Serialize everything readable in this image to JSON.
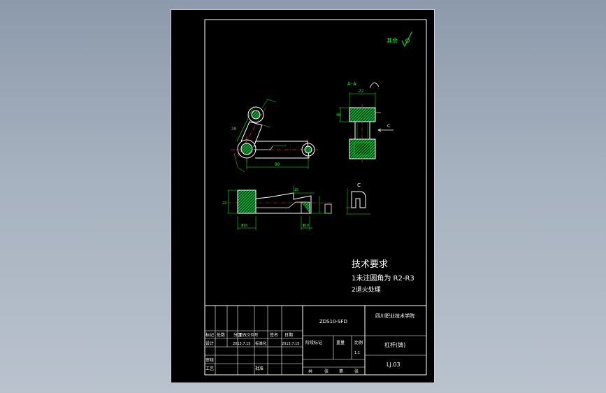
{
  "colors": {
    "sheet_background": "#000000",
    "frame": "#ffffff",
    "part_outline": "#ffffff",
    "dimension": "#00ff00",
    "center_line": "#ff2020",
    "hatch": "#00cc44",
    "hatch_cross": "#ff4040"
  },
  "surface_mark": {
    "text": "其余"
  },
  "section_label": {
    "text": "A-A"
  },
  "view_c_label": {
    "text": "C"
  },
  "view_c_arrow_label": {
    "text": "C"
  },
  "tech_requirements": {
    "title": "技术要求",
    "items": [
      "1未注圆角为 R2-R3",
      "2退火处理"
    ]
  },
  "title_block": {
    "drawing_code": "ZDS10-SFD",
    "school": "四川职业技术学院",
    "part_name": "杠杆(铸)",
    "drawing_number": "LJ.03",
    "headers": [
      "标记",
      "处数",
      "分区",
      "更改文件号",
      "签名",
      "日期"
    ],
    "row_design": "设计",
    "row_design_date1": "2013.7.15",
    "row_design_std": "标准化",
    "row_design_date2": "2013.7.15",
    "row_review": "审核",
    "row_process": "工艺",
    "row_approve": "批准",
    "stage_label": "阶段标记",
    "weight_label": "重量",
    "ratio_label": "比例",
    "ratio_value": "1:1",
    "sheet_total_label": "共",
    "sheet_label": "张",
    "sheet_no_label": "第",
    "sheet_no_suffix": "张"
  },
  "dimensions": {
    "top_width": "22",
    "top_height": "40",
    "top_angle": "30",
    "lever_length": "90",
    "bottom_height": "22",
    "bottom_width_left": "Φ16",
    "bottom_width_right": "Φ10",
    "bottom_step": "15"
  }
}
